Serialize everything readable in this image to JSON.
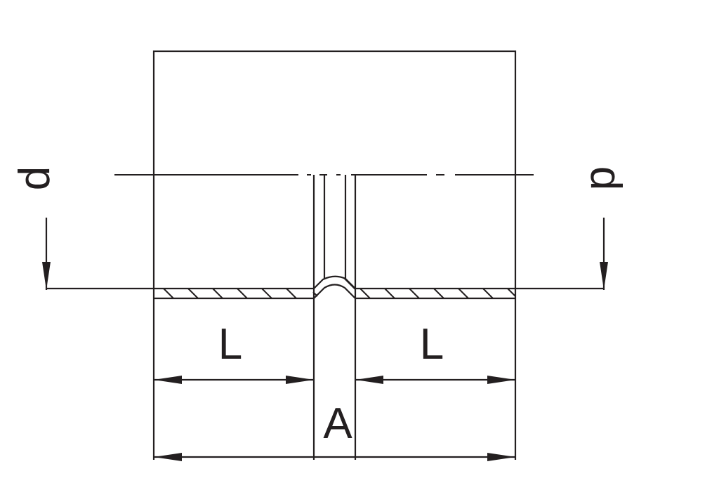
{
  "diagram": {
    "title_labels": {
      "diameter_left": "d",
      "diameter_right": "d",
      "socket_length_left": "L",
      "socket_length_right": "L",
      "overall_length": "A"
    },
    "line_color": "#231f20"
  }
}
